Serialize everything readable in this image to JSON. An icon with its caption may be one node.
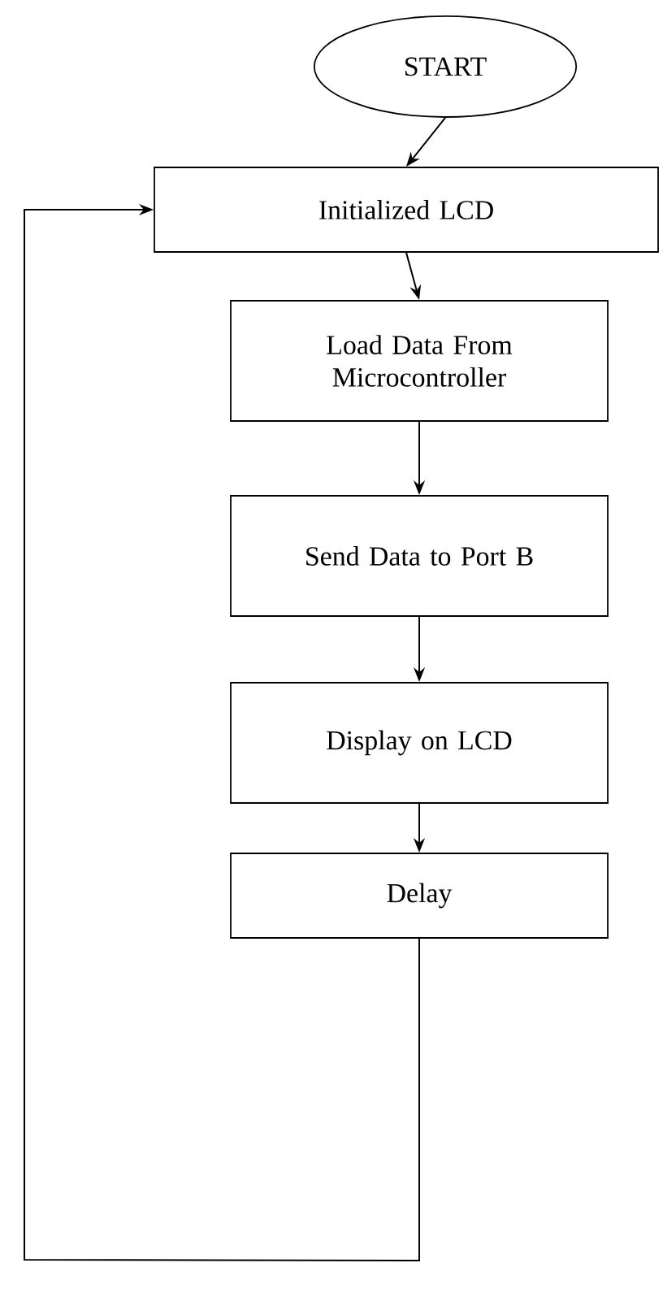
{
  "diagram": {
    "nodes": [
      {
        "text": [
          "START"
        ]
      },
      {
        "text": [
          "Initialized LCD"
        ]
      },
      {
        "text": [
          "Load Data From Microcontroller"
        ]
      },
      {
        "text": [
          "Send Data to Port B"
        ]
      },
      {
        "text": [
          "Display on LCD"
        ]
      },
      {
        "text": [
          "Delay"
        ]
      }
    ],
    "edges": [
      {
        "from": 0,
        "to": 1,
        "arrow": "to"
      },
      {
        "from": 1,
        "to": 2,
        "arrow": "to"
      },
      {
        "from": 2,
        "to": 3,
        "arrow": "to"
      },
      {
        "from": 3,
        "to": 4,
        "arrow": "to"
      },
      {
        "from": 4,
        "to": 5,
        "arrow": "to"
      },
      {
        "from": 5,
        "to": 1,
        "arrow": "to"
      }
    ]
  }
}
